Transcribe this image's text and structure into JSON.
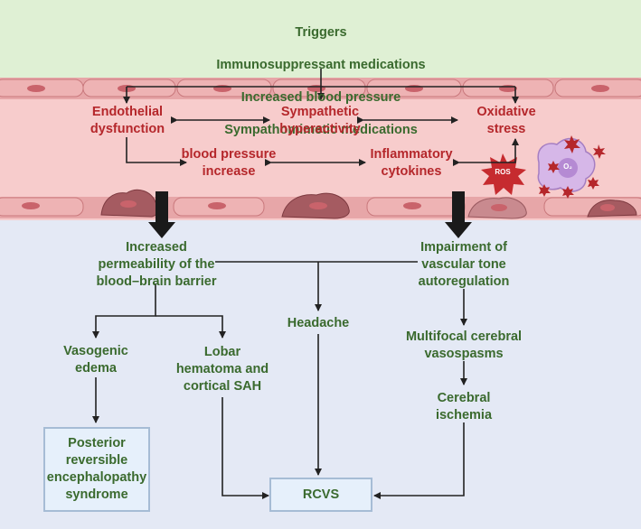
{
  "triggers": {
    "title": "Triggers",
    "items": [
      "Immunosuppressant medications",
      "Increased blood pressure",
      "Sympathomimetic medications"
    ]
  },
  "vessel": {
    "endothelial": "Endothelial\ndysfunction",
    "sympathetic": "Sympathetic\nhyperactivity",
    "oxidative": "Oxidative\nstress",
    "bp_increase": "blood pressure\nincrease",
    "inflammatory": "Inflammatory\ncytokines",
    "ros": "ROS",
    "o2": "O₂"
  },
  "flow": {
    "permeability": "Increased\npermeability of the\nblood–brain barrier",
    "impairment": "Impairment of\nvascular tone\nautoregulation",
    "headache": "Headache",
    "vasospasms": "Multifocal cerebral\nvasospasms",
    "ischemia": "Cerebral\nischemia",
    "edema": "Vasogenic\nedema",
    "hematoma": "Lobar\nhematoma and\ncortical SAH",
    "pres": "Posterior\nreversible\nencephalopathy\nsyndrome",
    "rcvs": "RCVS"
  },
  "colors": {
    "trigger_bg": "#dff0d4",
    "vessel_bg": "#f7cccc",
    "brain_bg": "#e4e9f5",
    "green_text": "#3a6a2e",
    "red_text": "#b5272b",
    "box_fill": "#e6f0fb",
    "box_border": "#a6bcd5"
  }
}
